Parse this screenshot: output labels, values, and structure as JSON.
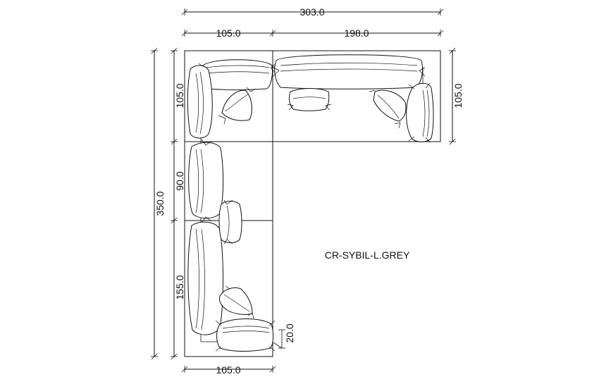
{
  "model_label": "CR-SYBIL-L.GREY",
  "dimensions": {
    "overall_width": "303.0",
    "left_section_width": "105.0",
    "right_section_width": "198.0",
    "right_section_depth": "105.0",
    "overall_length": "350.0",
    "upper_module_depth": "105.0",
    "middle_module": "90.0",
    "lower_module": "155.0",
    "bottom_width": "105.0",
    "seat_offset": "20.0"
  }
}
